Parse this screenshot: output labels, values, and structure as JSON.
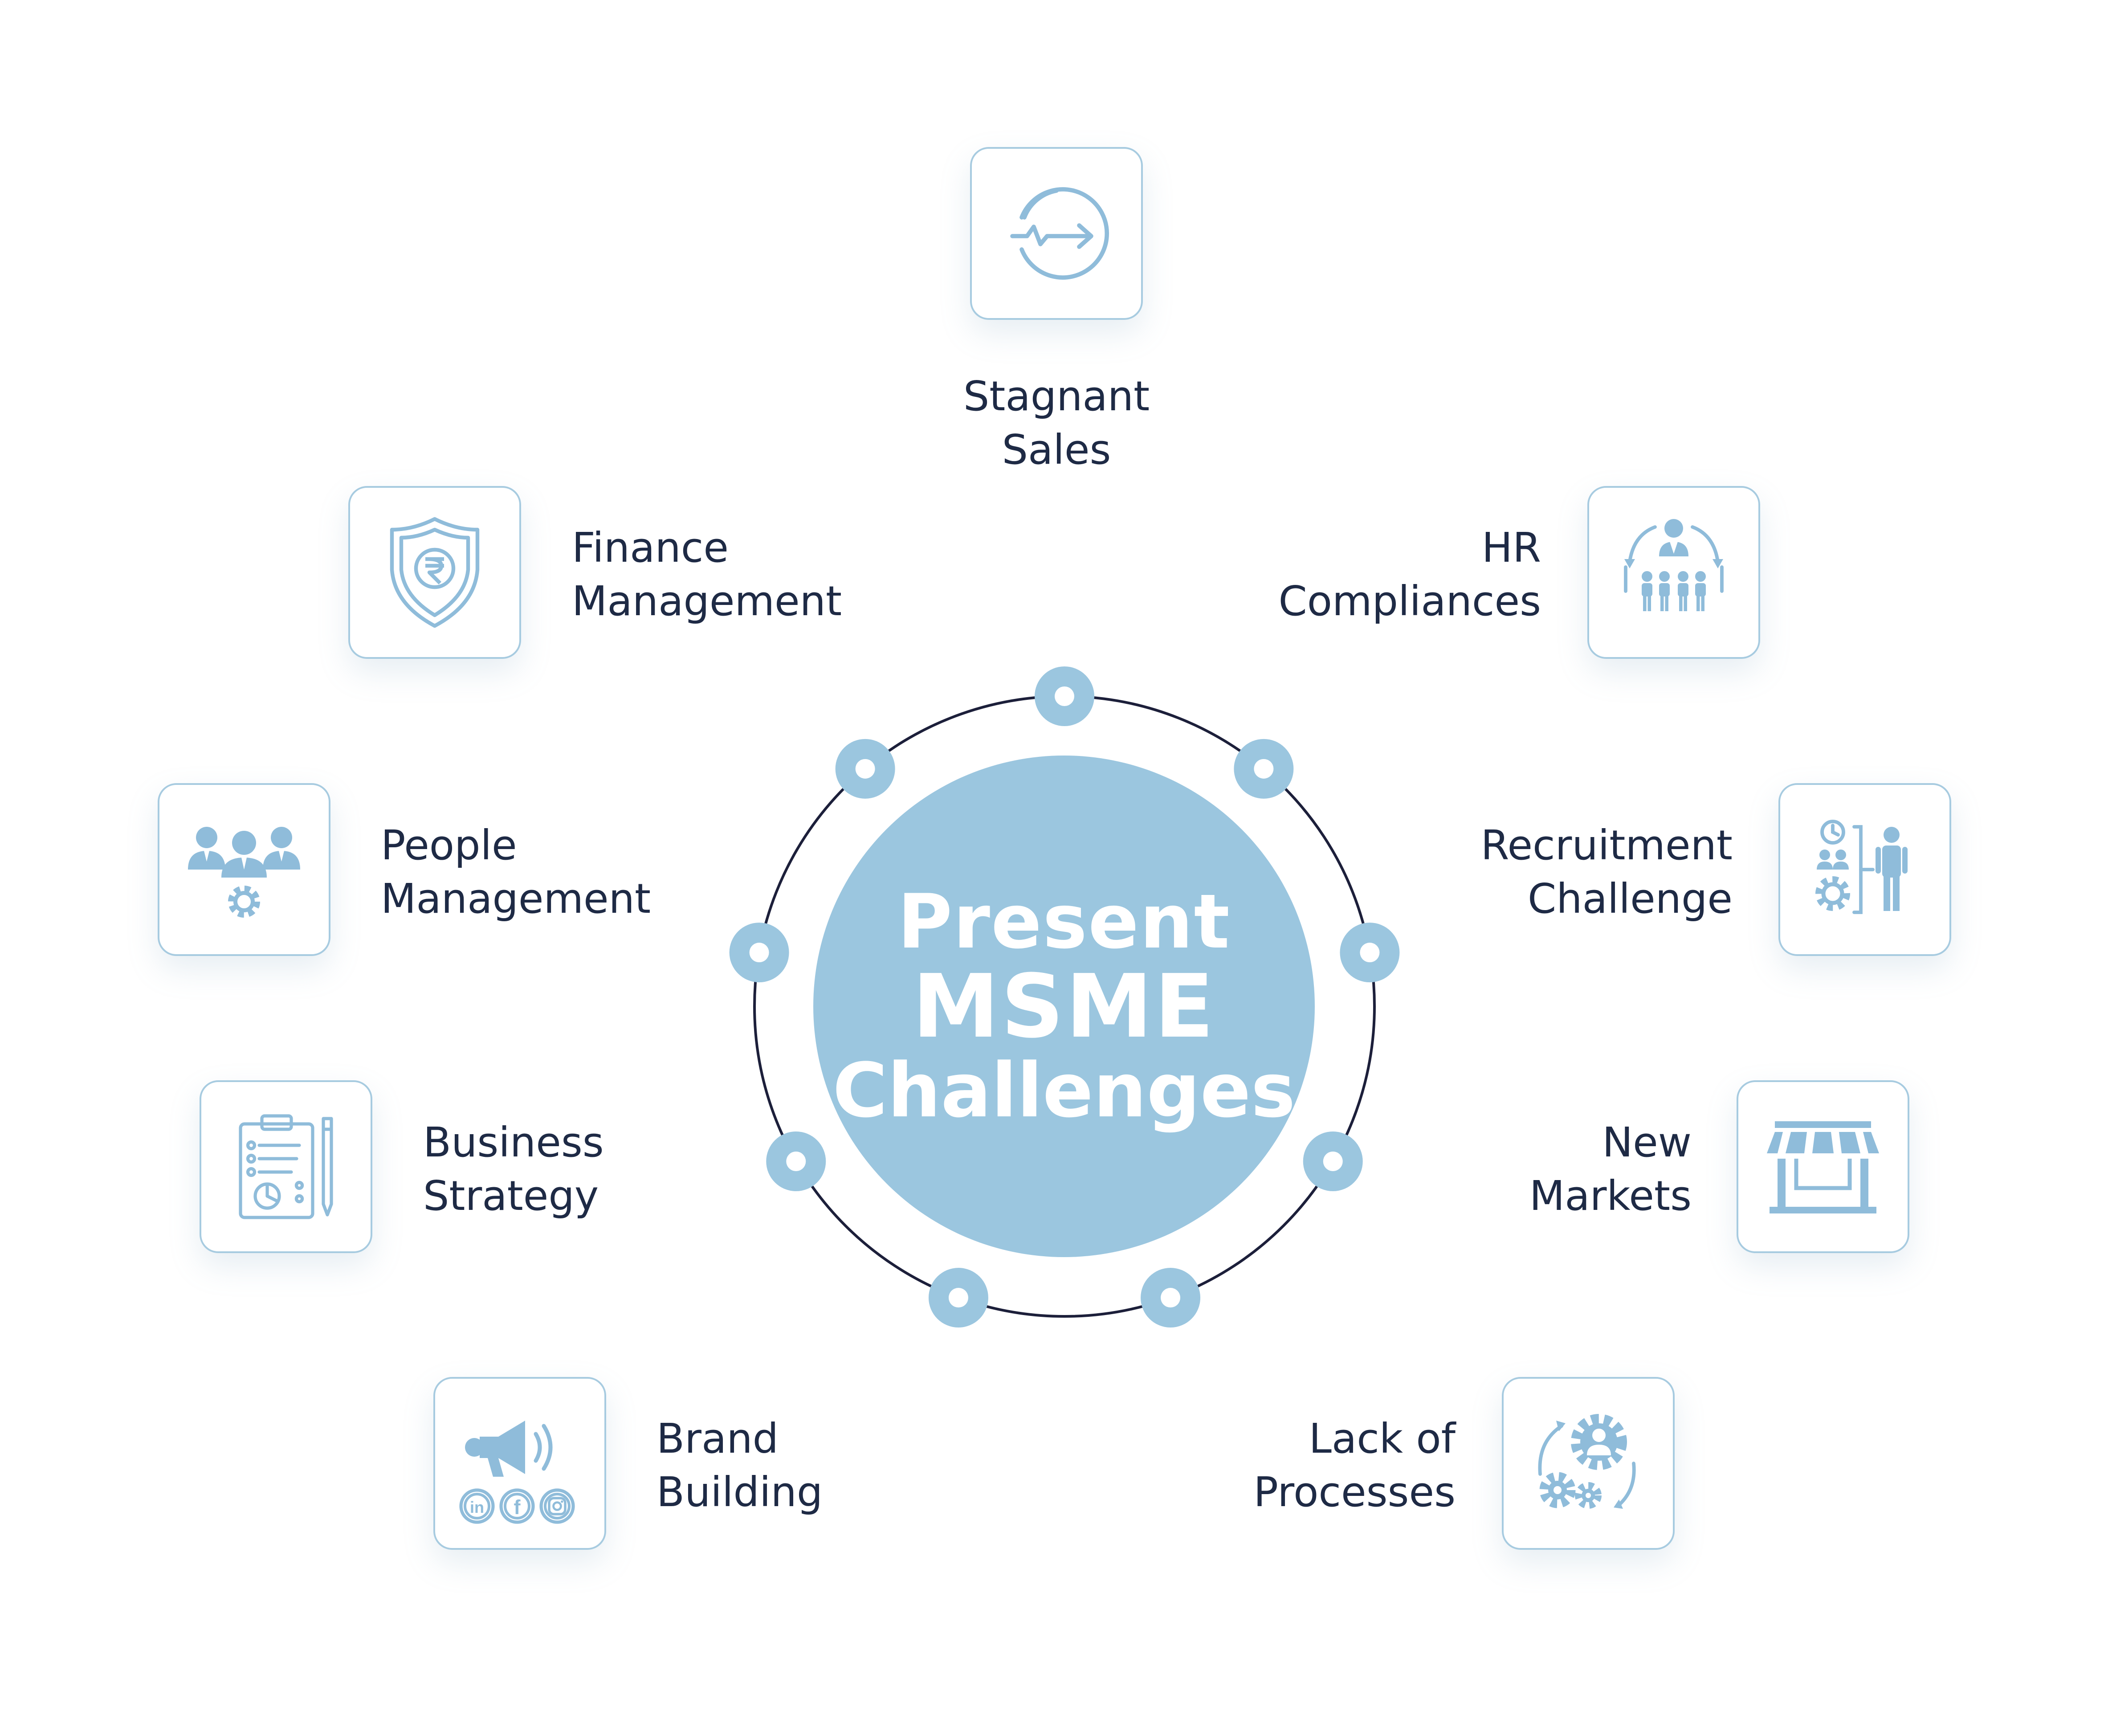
{
  "center": {
    "line1": "Present",
    "line2": "MSME",
    "line3": "Challenges"
  },
  "colors": {
    "accent": "#9bc6df",
    "card_border": "#a7cbe0",
    "icon": "#8fbcda",
    "ring": "#1c1f3a",
    "text": "#1e2a45"
  },
  "challenges": [
    {
      "line1": "Stagnant",
      "line2": "Sales",
      "icon": "sales-trend-icon"
    },
    {
      "line1": "HR",
      "line2": "Compliances",
      "icon": "team-cycle-icon"
    },
    {
      "line1": "Recruitment",
      "line2": "Challenge",
      "icon": "recruitment-icon"
    },
    {
      "line1": "New",
      "line2": "Markets",
      "icon": "storefront-icon"
    },
    {
      "line1": "Lack of",
      "line2": "Processes",
      "icon": "gears-person-icon"
    },
    {
      "line1": "Brand",
      "line2": "Building",
      "icon": "megaphone-social-icon"
    },
    {
      "line1": "Business",
      "line2": "Strategy",
      "icon": "clipboard-plan-icon"
    },
    {
      "line1": "People",
      "line2": "Management",
      "icon": "people-gear-icon"
    },
    {
      "line1": "Finance",
      "line2": "Management",
      "icon": "rupee-shield-icon"
    }
  ],
  "social": {
    "linkedin": "in",
    "facebook": "f"
  }
}
